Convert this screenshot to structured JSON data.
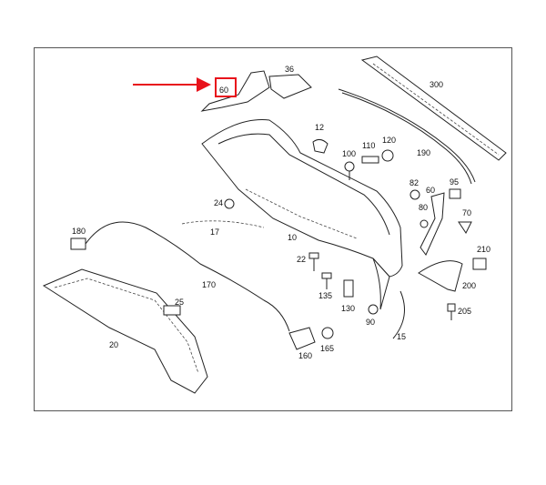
{
  "labels": {
    "p36": "36",
    "p300": "300",
    "p60a": "60",
    "p12": "12",
    "p110": "110",
    "p120": "120",
    "p100": "100",
    "p190": "190",
    "p24": "24",
    "p82": "82",
    "p60b": "60",
    "p95": "95",
    "p80": "80",
    "p70": "70",
    "p180": "180",
    "p17": "17",
    "p10": "10",
    "p22": "22",
    "p210": "210",
    "p170": "170",
    "p135": "135",
    "p200": "200",
    "p25": "25",
    "p130": "130",
    "p90": "90",
    "p205": "205",
    "p15": "15",
    "p20": "20",
    "p165": "165",
    "p160": "160"
  },
  "highlight": {
    "color": "#e8121b",
    "part": "60"
  }
}
